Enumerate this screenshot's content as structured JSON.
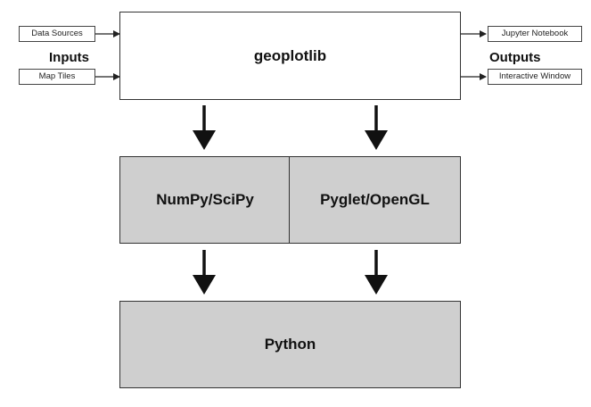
{
  "inputs": {
    "label": "Inputs",
    "items": [
      "Data Sources",
      "Map Tiles"
    ]
  },
  "outputs": {
    "label": "Outputs",
    "items": [
      "Jupyter Notebook",
      "Interactive Window"
    ]
  },
  "layers": {
    "top": "geoplotlib",
    "middle_left": "NumPy/SciPy",
    "middle_right": "Pyglet/OpenGL",
    "bottom": "Python"
  },
  "colors": {
    "box_fill_gray": "#cfcfcf",
    "box_fill_white": "#ffffff",
    "stroke": "#333333",
    "arrow": "#111111"
  }
}
